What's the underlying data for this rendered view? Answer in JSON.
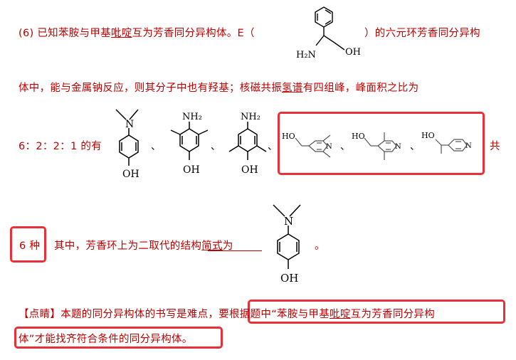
{
  "line1": {
    "part1": "(6) 已知苯胺与甲基",
    "part2": "吡啶",
    "part3": "互为芳香同分异构体。E（",
    "part4": "）的六元环芳香同分异构"
  },
  "line2": {
    "part1": "体中，能与金属钠反应，则其分子中也有羟基；核磁共振",
    "part2": "氢谱",
    "part3": "有四组峰，峰面积之比为"
  },
  "line3": {
    "ratio": "6：2：2：1 的有",
    "sep": "、",
    "gong": "共"
  },
  "line4": {
    "count": "6 种",
    "text": "其中，芳香环上为二取代的结构",
    "text_u": "简式",
    "text2": "为",
    "end": "。"
  },
  "line5": {
    "part1": "【点睛】本题的同分异构体的书写是难点，",
    "part2": "要根据题中“苯胺与甲基",
    "part3": "吡啶",
    "part4": "互为芳香同分异构"
  },
  "line6": {
    "text": "体”才能找齐符合条件的同分异构体。"
  },
  "labels": {
    "h2n": "H₂N",
    "oh": "OH",
    "n": "N",
    "nh2": "NH₂",
    "ho": "HO"
  },
  "colors": {
    "text": "#c00000",
    "highlight_box": "#e8303a",
    "structure": "#000000"
  }
}
